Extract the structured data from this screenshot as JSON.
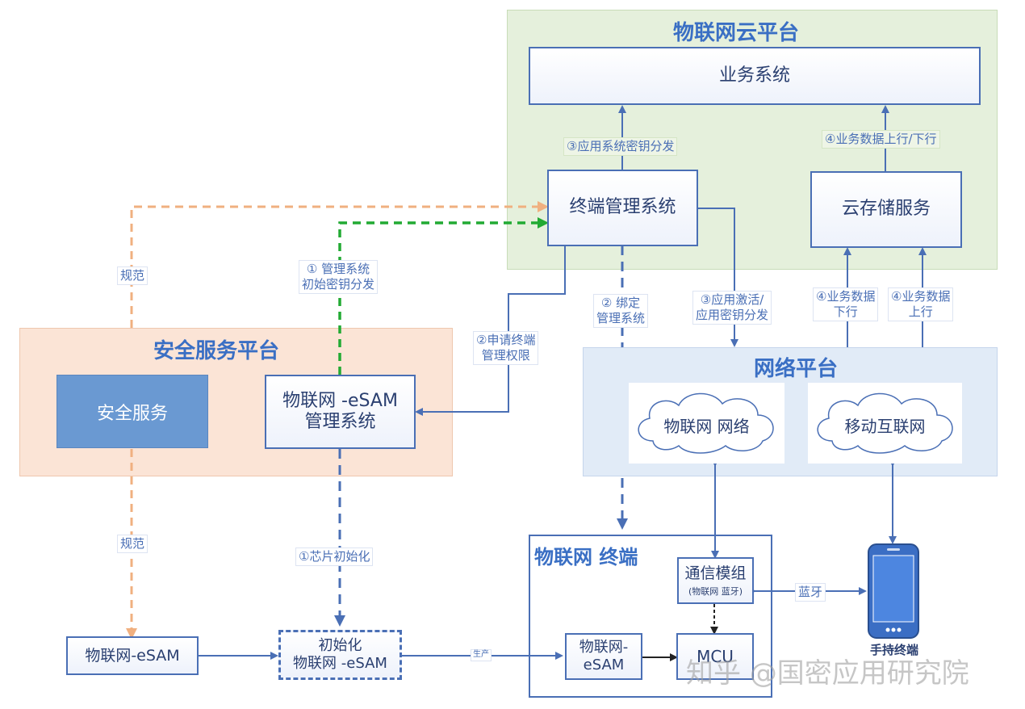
{
  "regions": {
    "cloud_title": "物联网云平台",
    "security_title": "安全服务平台",
    "network_title": "网络平台",
    "terminal_title": "物联网 终端"
  },
  "boxes": {
    "business_system": "业务系统",
    "terminal_mgmt": "终端管理系统",
    "cloud_storage": "云存储服务",
    "security_service": "安全服务",
    "esam_mgmt_line1": "物联网 -eSAM",
    "esam_mgmt_line2": "管理系统",
    "iot_network": "物联网 网络",
    "mobile_internet": "移动互联网",
    "comm_module": "通信模组",
    "comm_module_sub": "(物联网  蓝牙)",
    "terminal_esam_line1": "物联网-",
    "terminal_esam_line2": "eSAM",
    "mcu": "MCU",
    "esam_left": "物联网-eSAM",
    "init_esam_line1": "初始化",
    "init_esam_line2": "物联网 -eSAM",
    "handheld": "手持终端"
  },
  "labels": {
    "app_key_dist": "③应用系统密钥分发",
    "biz_data_updown": "④业务数据上行/下行",
    "spec_top": "规范",
    "mgmt_init_key_1": "① 管理系统",
    "mgmt_init_key_2": "初始密钥分发",
    "bind_mgmt_1": "② 绑定",
    "bind_mgmt_2": "管理系统",
    "app_activate_1": "③应用激活/",
    "app_activate_2": "应用密钥分发",
    "biz_down_1": "④业务数据",
    "biz_down_2": "下行",
    "biz_up_1": "④业务数据",
    "biz_up_2": "上行",
    "apply_perm_1": "②申请终端",
    "apply_perm_2": "管理权限",
    "spec_bottom": "规范",
    "chip_init": "①芯片初始化",
    "bluetooth": "蓝牙",
    "production": "生产"
  },
  "watermark": "知乎 @国密应用研究院",
  "colors": {
    "cloud_bg": "#e5f0dc",
    "security_bg": "#fbe4d6",
    "network_bg": "#e1ebf7",
    "security_service_fill": "#6a99d2",
    "line_blue": "#4a6fb5",
    "dash_orange": "#f0b080",
    "dash_green": "#22aa33"
  },
  "icons": [
    "smartphone-icon",
    "cloud-shape"
  ]
}
